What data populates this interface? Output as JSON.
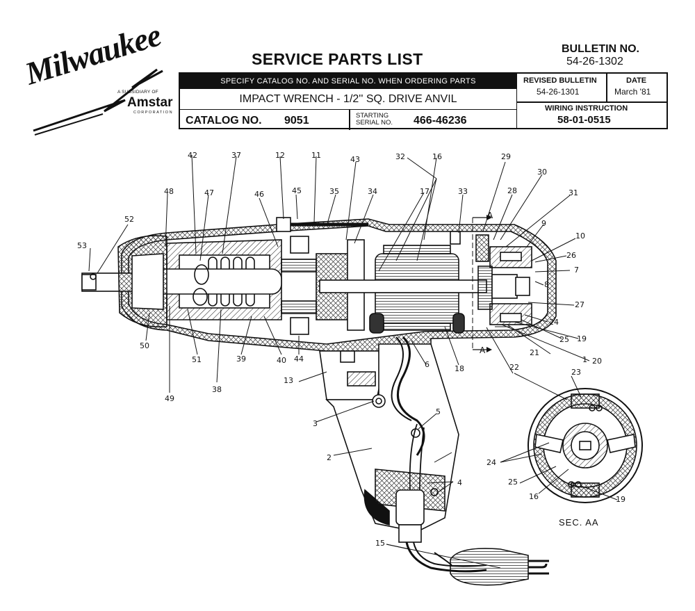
{
  "logo": {
    "wordmark": "Milwaukee",
    "subsidiary": "A SUBSIDIARY OF",
    "parent": "Amstar",
    "corporation": "CORPORATION"
  },
  "header": {
    "title": "SERVICE PARTS LIST",
    "bulletin_label": "BULLETIN NO.",
    "bulletin_number": "54-26-1302"
  },
  "form": {
    "ordering_note": "SPECIFY CATALOG NO. AND SERIAL NO. WHEN ORDERING PARTS",
    "product": "IMPACT WRENCH - 1/2'' SQ. DRIVE ANVIL",
    "catalog_label": "CATALOG NO.",
    "catalog_number": "9051",
    "serial_label": "STARTING\nSERIAL NO.",
    "serial_number": "466-46236",
    "revised_label": "REVISED BULLETIN",
    "revised_value": "54-26-1301",
    "date_label": "DATE",
    "date_value": "March '81",
    "wiring_label": "WIRING INSTRUCTION",
    "wiring_value": "58-01-0515"
  },
  "diagram": {
    "callouts": [
      "1",
      "2",
      "3",
      "4",
      "5",
      "6",
      "7",
      "8",
      "9",
      "10",
      "11",
      "12",
      "13",
      "15",
      "16",
      "17",
      "18",
      "19",
      "20",
      "21",
      "22",
      "23",
      "24",
      "25",
      "26",
      "27",
      "28",
      "29",
      "30",
      "31",
      "32",
      "33",
      "34",
      "35",
      "37",
      "38",
      "39",
      "40",
      "42",
      "43",
      "44",
      "45",
      "46",
      "47",
      "48",
      "49",
      "50",
      "51",
      "52",
      "53"
    ],
    "section_marker": "A",
    "section_callouts": [
      "23",
      "24",
      "25",
      "16",
      "19"
    ],
    "section_label": "SEC. AA"
  }
}
